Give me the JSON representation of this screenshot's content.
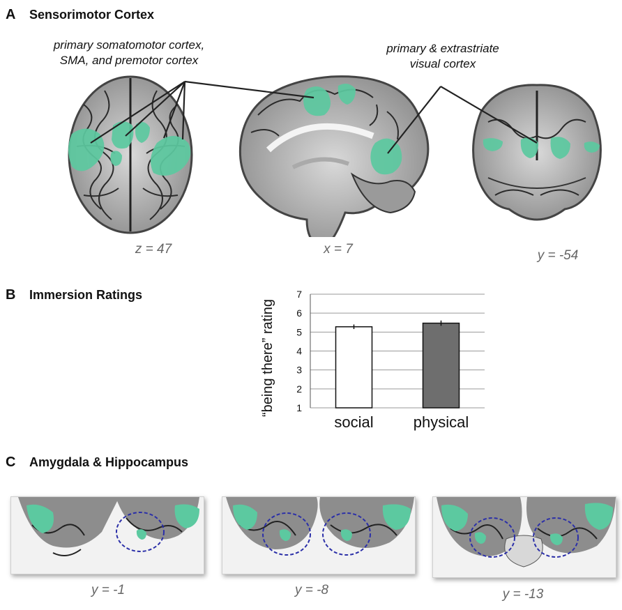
{
  "panel_a": {
    "letter": "A",
    "title": "Sensorimotor Cortex",
    "note_left": [
      "primary somatomotor cortex,",
      "SMA, and premotor cortex"
    ],
    "note_right": [
      "primary & extrastriate",
      "visual cortex"
    ],
    "captions": [
      "z = 47",
      "x = 7",
      "y = -54"
    ]
  },
  "panel_b": {
    "letter": "B",
    "title": "Immersion Ratings"
  },
  "panel_c": {
    "letter": "C",
    "title": "Amygdala & Hippocampus",
    "captions": [
      "y = -1",
      "y = -8",
      "y = -13"
    ]
  },
  "colors": {
    "activation": "#5cc9a0",
    "roi_circle": "#2b2fa8",
    "bar_social": "#ffffff",
    "bar_physical": "#6e6e6e"
  },
  "chart_data": {
    "type": "bar",
    "categories": [
      "social",
      "physical"
    ],
    "values": [
      5.28,
      5.47
    ],
    "errors": [
      0.12,
      0.14
    ],
    "ylabel": "“being there” rating",
    "xlabel": "",
    "ylim": [
      1,
      7
    ],
    "yticks": [
      "1",
      "2",
      "3",
      "4",
      "5",
      "6",
      "7"
    ],
    "grid": true
  }
}
